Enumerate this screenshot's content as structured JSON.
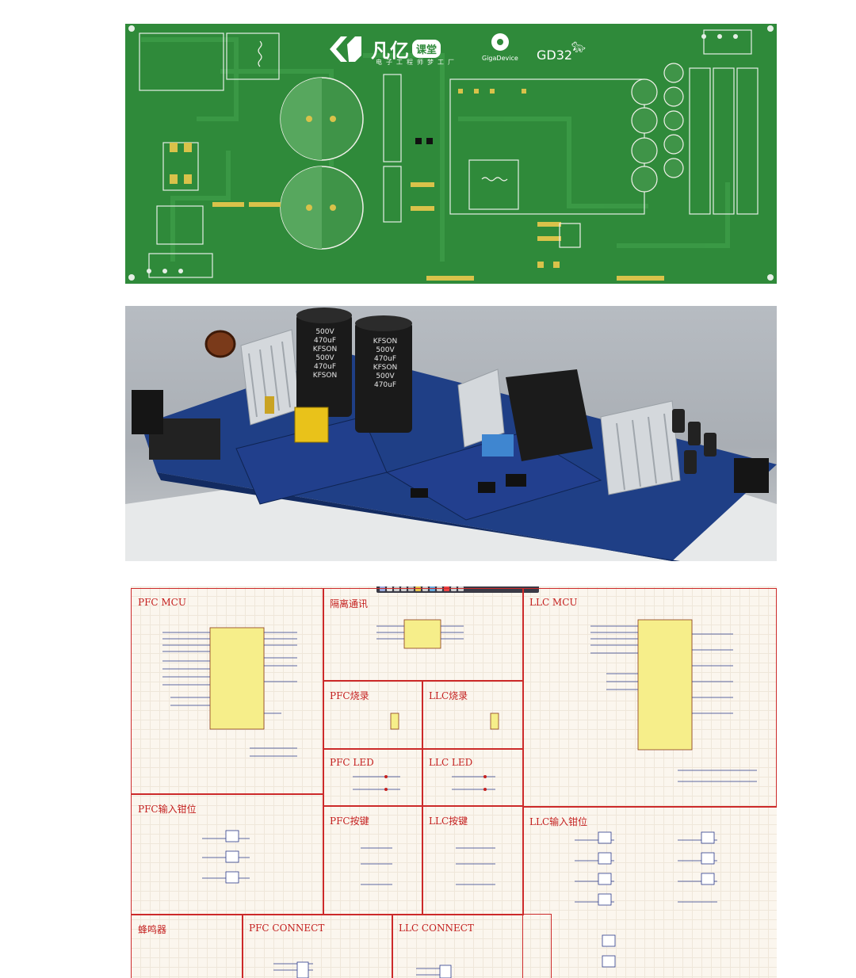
{
  "pcb": {
    "logo_cn": "凡亿",
    "logo_badge": "课堂",
    "logo_sub": "电子工程师梦工厂",
    "brand_gigadevice": "GigaDevice",
    "brand_gd32": "GD32"
  },
  "photo": {
    "cap1_lines": [
      "500V",
      "470uF",
      "KFSON",
      "500V",
      "470uF",
      "KFSON"
    ],
    "cap2_lines": [
      "KFSON",
      "500V",
      "470uF",
      "KFSON",
      "500V",
      "470uF"
    ]
  },
  "schematic": {
    "sections": {
      "pfc_mcu": "PFC MCU",
      "isolation_comm": "隔离通讯",
      "llc_mcu": "LLC MCU",
      "pfc_burn": "PFC烧录",
      "llc_burn": "LLC烧录",
      "pfc_led": "PFC LED",
      "llc_led": "LLC LED",
      "pfc_input_clamp": "PFC输入钳位",
      "pfc_key": "PFC按键",
      "llc_key": "LLC按键",
      "llc_input_clamp": "LLC输入钳位",
      "buzzer": "蜂鸣器",
      "pfc_connect": "PFC CONNECT",
      "llc_connect": "LLC CONNECT"
    }
  },
  "colors": {
    "pcb_green": "#2f8a3a",
    "board_blue": "#1f3f86",
    "section_red": "#cc2a2a",
    "chip_yellow": "#f6ee8a"
  }
}
